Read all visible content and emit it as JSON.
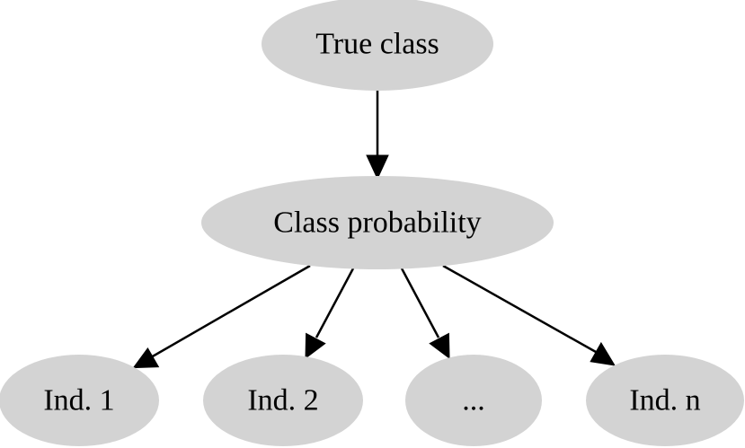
{
  "diagram": {
    "nodes": {
      "true_class": {
        "label": "True class"
      },
      "class_probability": {
        "label": "Class probability"
      },
      "ind_1": {
        "label": "Ind. 1"
      },
      "ind_2": {
        "label": "Ind. 2"
      },
      "ellipsis": {
        "label": "..."
      },
      "ind_n": {
        "label": "Ind. n"
      }
    },
    "edges": [
      {
        "from": "True class",
        "to": "Class probability"
      },
      {
        "from": "Class probability",
        "to": "Ind. 1"
      },
      {
        "from": "Class probability",
        "to": "Ind. 2"
      },
      {
        "from": "Class probability",
        "to": "..."
      },
      {
        "from": "Class probability",
        "to": "Ind. n"
      }
    ],
    "colors": {
      "node_fill": "#d3d3d3",
      "edge": "#000000",
      "text": "#000000",
      "background": "#ffffff"
    }
  }
}
